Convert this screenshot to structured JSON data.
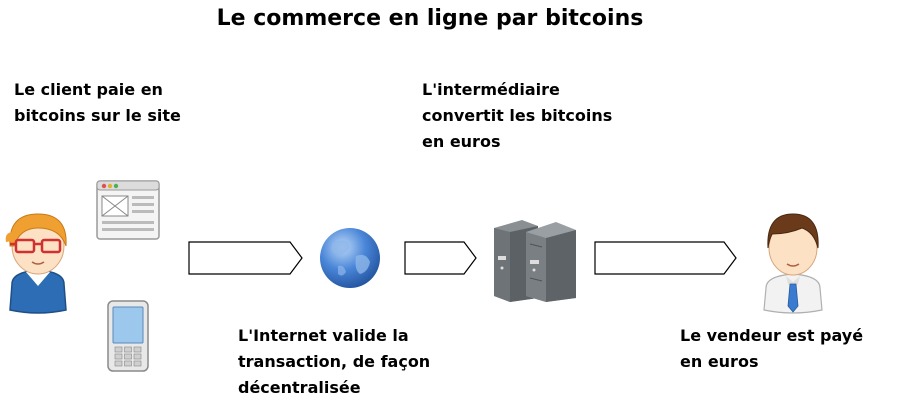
{
  "title": "Le commerce en ligne par bitcoins",
  "steps": {
    "client": [
      "Le client paie en",
      "bitcoins sur le site"
    ],
    "intermediary": [
      "L'intermédiaire",
      "convertit les bitcoins",
      "en euros"
    ],
    "internet": [
      "L'Internet valide la",
      "transaction, de façon",
      "décentralisée"
    ],
    "seller": [
      "Le vendeur est payé",
      "en euros"
    ]
  },
  "icons": {
    "client": "customer-icon",
    "website": "website-window-icon",
    "phone": "mobile-phone-icon",
    "internet": "globe-icon",
    "intermediary": "server-icon",
    "seller": "seller-icon",
    "arrow": "right-arrow-icon"
  },
  "colors": {
    "hair_client": "#f0a030",
    "glasses": "#d03030",
    "shirt_client": "#2d6db5",
    "globe": "#4a86d8",
    "server": "#6e7378",
    "hair_seller": "#6b3a1a",
    "tie": "#3a7ad0"
  }
}
